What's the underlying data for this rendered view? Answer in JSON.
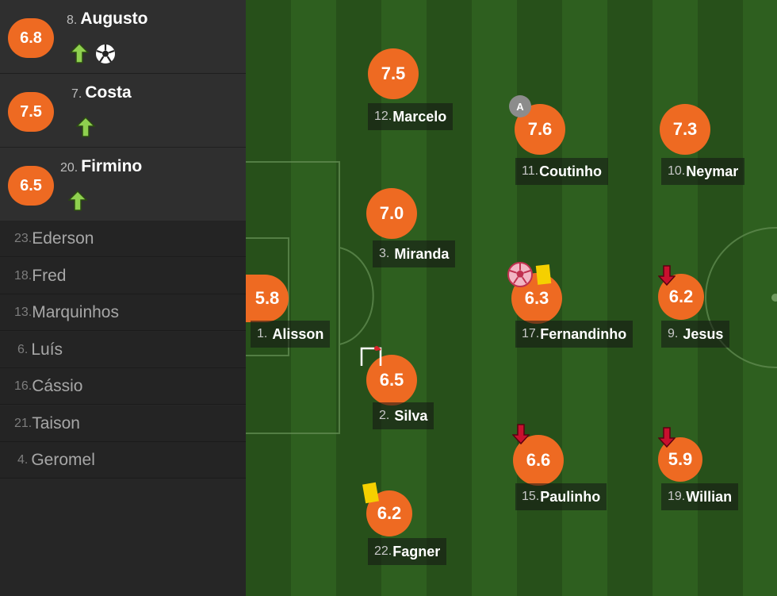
{
  "substitutes": [
    {
      "rating": "6.8",
      "number": "8.",
      "name": "Augusto",
      "arrow": "up-arrow-icon",
      "extra": "football-icon"
    },
    {
      "rating": "7.5",
      "number": "7.",
      "name": "Costa",
      "arrow": "up-arrow-icon"
    },
    {
      "rating": "6.5",
      "number": "20.",
      "name": "Firmino",
      "arrow": "up-arrow-icon"
    }
  ],
  "bench": [
    {
      "number": "23.",
      "name": "Ederson"
    },
    {
      "number": "18.",
      "name": "Fred"
    },
    {
      "number": "13.",
      "name": "Marquinhos"
    },
    {
      "number": "6.",
      "name": "Luís"
    },
    {
      "number": "16.",
      "name": "Cássio"
    },
    {
      "number": "21.",
      "name": "Taison"
    },
    {
      "number": "4.",
      "name": "Geromel"
    }
  ],
  "players": [
    {
      "rating": "7.5",
      "number": "12.",
      "name": "Marcelo"
    },
    {
      "rating": "7.6",
      "number": "11.",
      "name": "Coutinho",
      "captain": "A"
    },
    {
      "rating": "7.3",
      "number": "10.",
      "name": "Neymar"
    },
    {
      "rating": "7.0",
      "number": "3.",
      "name": "Miranda"
    },
    {
      "rating": "5.8",
      "number": "1.",
      "name": "Alisson"
    },
    {
      "rating": "6.3",
      "number": "17.",
      "name": "Fernandinho"
    },
    {
      "rating": "6.2",
      "number": "9.",
      "name": "Jesus"
    },
    {
      "rating": "6.5",
      "number": "2.",
      "name": "Silva"
    },
    {
      "rating": "6.6",
      "number": "15.",
      "name": "Paulinho"
    },
    {
      "rating": "5.9",
      "number": "19.",
      "name": "Willian"
    },
    {
      "rating": "6.2",
      "number": "22.",
      "name": "Fagner"
    }
  ],
  "colors": {
    "rating_badge": "#ee6a22",
    "sub_in_arrow": "#8fd04f",
    "sub_out_arrow": "#c8102e",
    "yellow_card": "#f5d000",
    "pitch_dark": "#27501a",
    "pitch_light": "#2e5f1f"
  }
}
